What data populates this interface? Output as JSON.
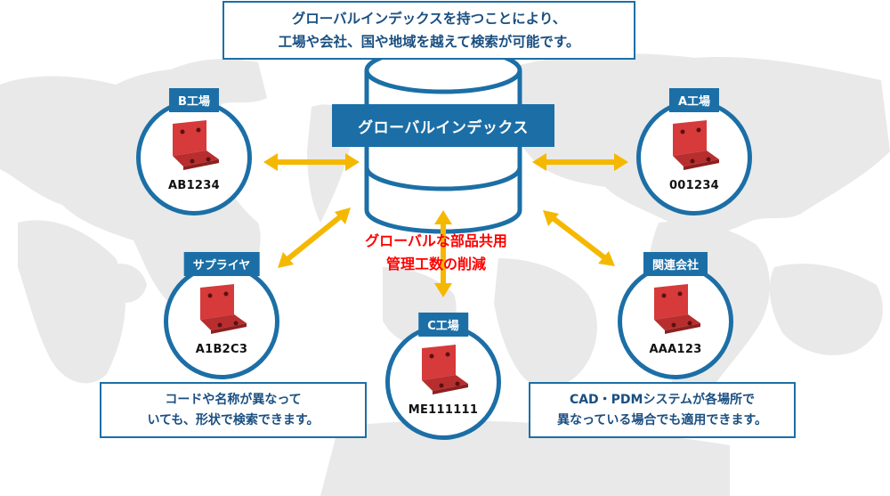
{
  "top_banner": {
    "line1": "グローバルインデックスを持つことにより、",
    "line2": "工場や会社、国や地域を越えて検索が可能です。"
  },
  "database": {
    "label": "グローバルインデックス"
  },
  "center_message": {
    "line1": "グローバルな部品共用",
    "line2": "管理工数の削減"
  },
  "nodes": [
    {
      "tag": "B工場",
      "code": "AB1234"
    },
    {
      "tag": "A工場",
      "code": "001234"
    },
    {
      "tag": "サプライヤ",
      "code": "A1B2C3"
    },
    {
      "tag": "C工場",
      "code": "ME111111"
    },
    {
      "tag": "関連会社",
      "code": "AAA123"
    }
  ],
  "notes": {
    "left": {
      "line1": "コードや名称が異なって",
      "line2": "いても、形状で検索できます。"
    },
    "right": {
      "line1": "CAD・PDMシステムが各場所で",
      "line2": "異なっている場合でも適用できます。"
    }
  },
  "colors": {
    "primary_blue": "#1c6fa6",
    "arrow_yellow": "#f5b800",
    "highlight_red": "#ff0000",
    "map_gray": "#e9e9e9",
    "part_red": "#d63a3a"
  },
  "icons": {
    "part": "l-bracket-part-icon",
    "database": "database-cylinder-icon",
    "map": "world-map"
  }
}
